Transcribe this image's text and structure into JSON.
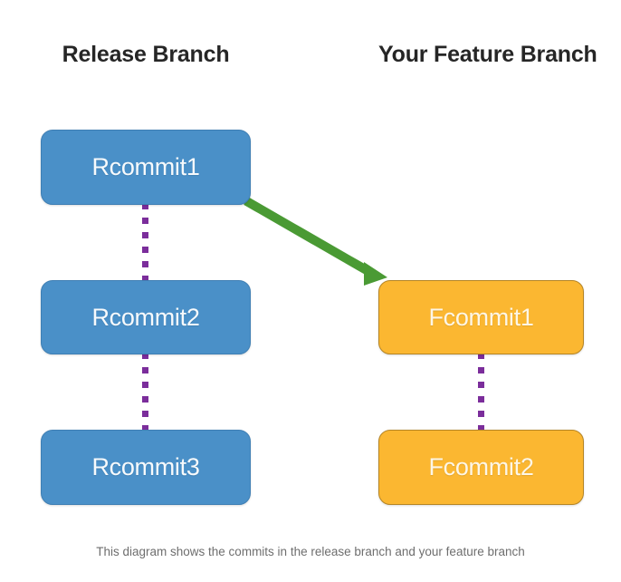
{
  "diagram": {
    "title_left": "Release Branch",
    "title_right": "Your Feature Branch",
    "caption": "This diagram shows the commits in the release branch and your feature branch",
    "colors": {
      "release_fill": "#4a90c8",
      "release_border": "#3f7fb4",
      "feature_fill": "#fbb731",
      "feature_border": "#b58526",
      "parent_link": "#7b2d9b",
      "branch_arrow": "#4a9a34",
      "node_text": "#f7fafc",
      "header_text": "#262626",
      "caption_text": "#6e6e6e",
      "background": "#ffffff"
    },
    "columns": [
      {
        "name": "release-branch",
        "header": "Release Branch",
        "nodes": [
          {
            "id": "rcommit1",
            "label": "Rcommit1"
          },
          {
            "id": "rcommit2",
            "label": "Rcommit2"
          },
          {
            "id": "rcommit3",
            "label": "Rcommit3"
          }
        ]
      },
      {
        "name": "feature-branch",
        "header": "Your Feature Branch",
        "nodes": [
          {
            "id": "fcommit1",
            "label": "Fcommit1"
          },
          {
            "id": "fcommit2",
            "label": "Fcommit2"
          }
        ]
      }
    ],
    "connectors": [
      {
        "id": "link-r1-r2",
        "from": "Rcommit1",
        "to": "Rcommit2",
        "style": "dotted",
        "color": "#7b2d9b"
      },
      {
        "id": "link-r2-r3",
        "from": "Rcommit2",
        "to": "Rcommit3",
        "style": "dotted",
        "color": "#7b2d9b"
      },
      {
        "id": "link-f1-f2",
        "from": "Fcommit1",
        "to": "Fcommit2",
        "style": "dotted",
        "color": "#7b2d9b"
      },
      {
        "id": "branch-arrow",
        "from": "Rcommit1",
        "to": "Fcommit1",
        "style": "dotted-arrow",
        "color": "#4a9a34"
      }
    ]
  }
}
